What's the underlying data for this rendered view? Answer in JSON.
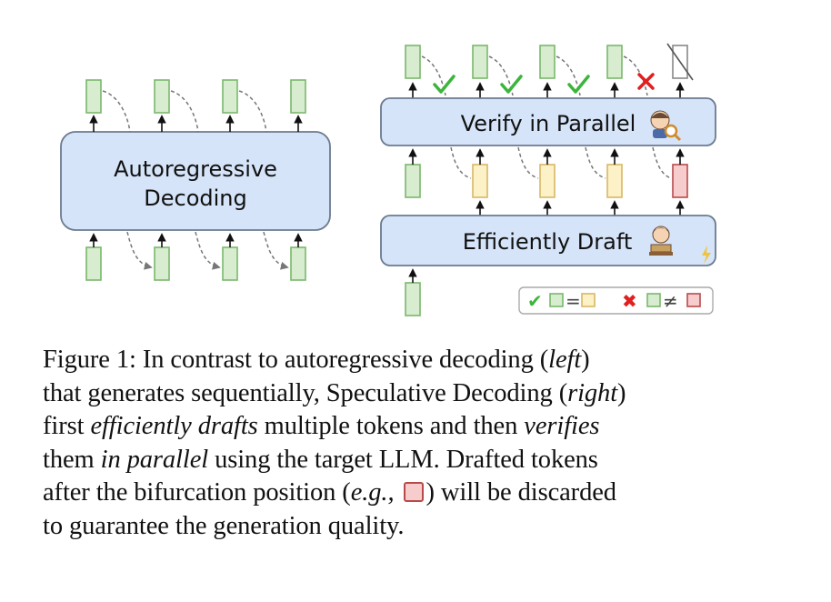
{
  "diagram": {
    "left": {
      "box_label_line1": "Autoregressive",
      "box_label_line2": "Decoding",
      "token_color": "green"
    },
    "right": {
      "verify_label": "Verify in Parallel",
      "draft_label": "Efficiently Draft",
      "output_marks": [
        "check",
        "check",
        "check",
        "cross",
        "discarded"
      ],
      "draft_token_colors": [
        "green",
        "yellow",
        "yellow",
        "yellow",
        "red"
      ],
      "verifier_icon": "detective-emoji",
      "drafter_icon": "student-reading-emoji",
      "speed_icon": "lightning-icon"
    },
    "legend": {
      "check_symbol": "✔",
      "equal_symbol": "=",
      "cross_symbol": "✖",
      "not_equal_symbol": "≠"
    },
    "colors": {
      "box_fill": "#d5e4f8",
      "box_stroke": "#6b7a8f",
      "token_green_fill": "#d8ecd0",
      "token_green_stroke": "#7ab86c",
      "token_yellow_fill": "#fdf1c8",
      "token_yellow_stroke": "#d8b865",
      "token_red_fill": "#f7cccc",
      "token_red_stroke": "#b94a4a",
      "check": "#3cb53c",
      "cross": "#e02020"
    }
  },
  "caption": {
    "line1_a": "Figure 1: In contrast to autoregressive decoding (",
    "line1_em": "left",
    "line1_b": ")",
    "line2_a": "that generates sequentially, Speculative Decoding (",
    "line2_em": "right",
    "line2_b": ")",
    "line3_a": "first ",
    "line3_em1": "efficiently drafts",
    "line3_b": " multiple tokens and then ",
    "line3_em2": "verifies",
    "line4_a": "them ",
    "line4_em": "in parallel",
    "line4_b": " using the target LLM. Drafted tokens",
    "line5_a": "after the bifurcation position (",
    "line5_em": "e.g.,",
    "line5_b": ") will be discarded",
    "line6": "to guarantee the generation quality."
  }
}
